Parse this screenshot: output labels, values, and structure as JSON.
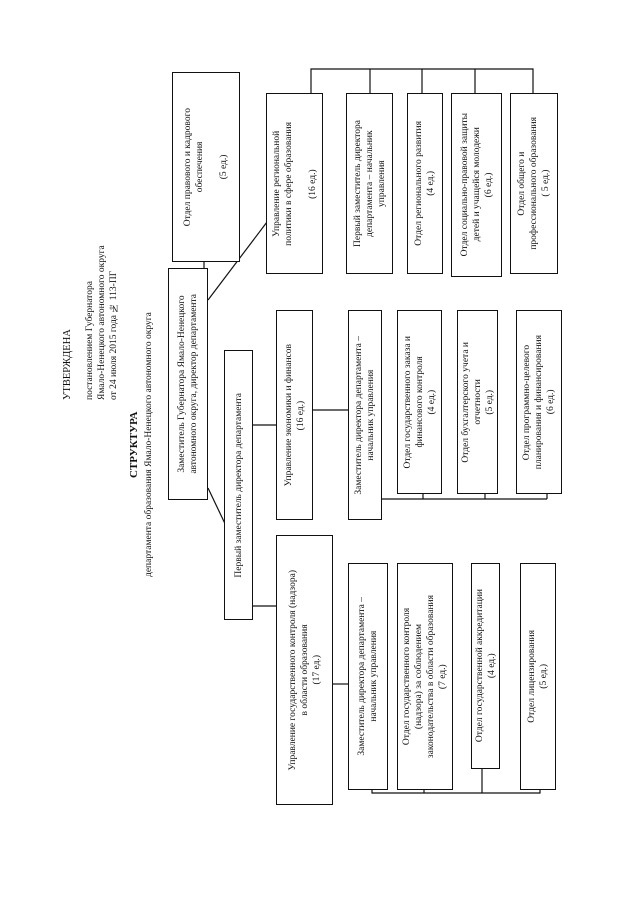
{
  "approval": {
    "heading": "УТВЕРЖДЕНА",
    "lines": "постановлением Губернатора\nЯмало-Ненецкого автономного округа\nот 24 июля 2015 года № 113-ПГ"
  },
  "title": "СТРУКТУРА",
  "subtitle": "департамента образования Ямало-Ненецкого автономного округа",
  "boxes": {
    "head": "Заместитель Губернатора Ямало-Ненецкого\nавтономного округа, директор департамента",
    "legal": "Отдел правового и кадрового\nобеспечения\n\n(5 ед.)",
    "first_deputy": "Первый заместитель директора департамента",
    "regional_mgmt": "Управление региональной\nполитики в сфере образования\n\n(16 ед.)",
    "regional_deputy": "Первый заместитель директора\nдепартамента – начальник\nуправления",
    "regional_dev": "Отдел регионального развития\n(4 ед.)",
    "social": "Отдел социально-правовой защиты\nдетей и учащейся молодежи\n(6 ед.)",
    "general_edu": "Отдел общего и\nпрофессионального образования\n( 5 ед.)",
    "econ_mgmt": "Управление экономики и финансов\n(16 ед.)",
    "econ_deputy": "Заместитель директора департамента –\nначальник управления",
    "procurement": "Отдел государственного заказа и\nфинансового контроля\n(4 ед.)",
    "accounting": "Отдел бухгалтерского учета и\nотчетности\n(5 ед.)",
    "program": "Отдел программно-целевого\nпланирования и финансирования\n(6 ед.)",
    "control_mgmt": "Управление государственного контроля (надзора)\nв области образования\n(17 ед.)",
    "control_deputy": "Заместитель директора департамента –\nначальник управления",
    "control_dept": "Отдел государственного контроля\n(надзора) за соблюдением\nзаконодательства в области образования\n(7 ед.)",
    "accreditation": "Отдел государственной аккредитации\n(4 ед.)",
    "licensing": "Отдел лицензирования\n(5 ед.)"
  }
}
